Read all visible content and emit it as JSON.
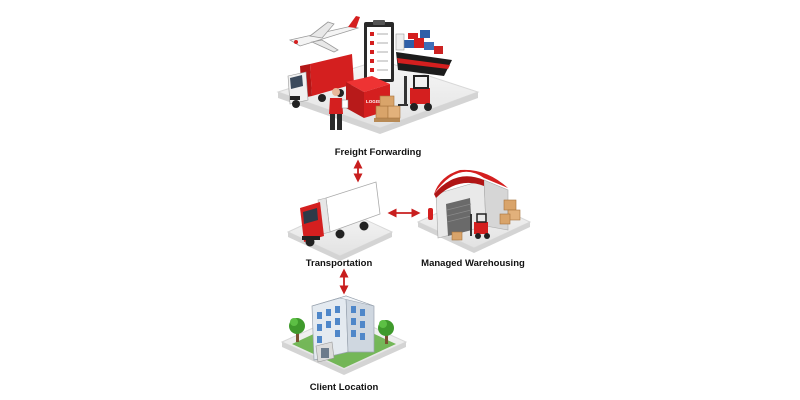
{
  "nodes": {
    "freight_forwarding": {
      "label": "Freight Forwarding"
    },
    "transportation": {
      "label": "Transportation"
    },
    "managed_warehousing": {
      "label": "Managed Warehousing"
    },
    "client_location": {
      "label": "Client Location"
    }
  },
  "container_sign": "LOGISTICS",
  "colors": {
    "accent": "#d41f1f",
    "arrow": "#c81e1e",
    "platform": "#ececec",
    "building": "#dfe6ee"
  },
  "icons": [
    "airplane-icon",
    "cargo-ship-icon",
    "checklist-clipboard-icon",
    "truck-icon",
    "shipping-container-icon",
    "forklift-icon",
    "worker-icon",
    "boxes-icon",
    "warehouse-icon",
    "office-building-icon",
    "tree-icon"
  ]
}
